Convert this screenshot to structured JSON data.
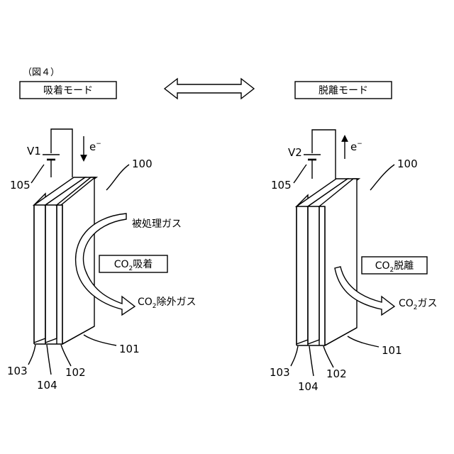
{
  "figure_label": "（図４）",
  "left_panel": {
    "mode_label": "吸着モード",
    "voltage": "V1",
    "electron": "e",
    "electron_sup": "−",
    "device_ref": "100",
    "battery_ref": "105",
    "gas_in": "被処理ガス",
    "process_box": {
      "pre": "CO",
      "sub": "2",
      "post": "吸着"
    },
    "gas_out": {
      "pre": "CO",
      "sub": "2",
      "post": "除外ガス"
    },
    "ref_101": "101",
    "ref_103": "103",
    "ref_104": "104",
    "ref_102": "102"
  },
  "right_panel": {
    "mode_label": "脱離モード",
    "voltage": "V2",
    "electron": "e",
    "electron_sup": "−",
    "device_ref": "100",
    "battery_ref": "105",
    "process_box": {
      "pre": "CO",
      "sub": "2",
      "post": "脱離"
    },
    "gas_out": {
      "pre": "CO",
      "sub": "2",
      "post": "ガス"
    },
    "ref_101": "101",
    "ref_103": "103",
    "ref_104": "104",
    "ref_102": "102"
  }
}
